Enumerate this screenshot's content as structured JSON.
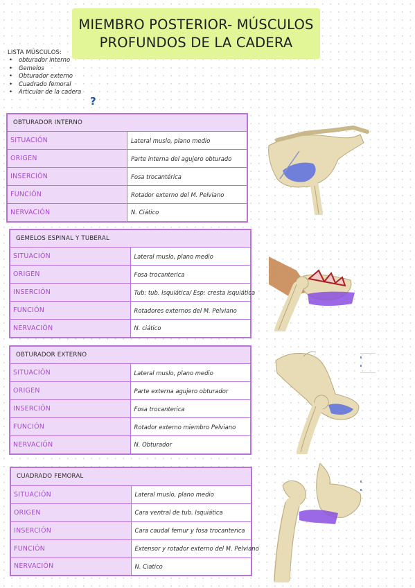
{
  "title": {
    "line1": "MIEMBRO POSTERIOR- MÚSCULOS",
    "line2": "PROFUNDOS DE LA CADERA"
  },
  "intro": {
    "heading": "LISTA MÚSCULOS:",
    "items": [
      "obturador interno",
      "Gemelos",
      "Obturador externo",
      "Cuadrado femoral",
      "Articular de la cadera"
    ],
    "question_mark": "?"
  },
  "tables": [
    {
      "header": "OBTURADOR INTERNO",
      "rows": [
        {
          "label": "SITUACIÓN",
          "value": "Lateral muslo, plano medio"
        },
        {
          "label": "ORIGEN",
          "value": "Parte interna del agujero obturado"
        },
        {
          "label": "INSERCIÓN",
          "value": "Fosa trocantérica"
        },
        {
          "label": "FUNCIÓN",
          "value": "Rotador externo del M. Pelviano"
        },
        {
          "label": "NERVACIÓN",
          "value": "N. Ciático"
        }
      ]
    },
    {
      "header": "GEMELOS ESPINAL Y TUBERAL",
      "rows": [
        {
          "label": "SITUACIÓN",
          "value": "Lateral muslo, plano medio"
        },
        {
          "label": "ORIGEN",
          "value": "Fosa trocanterica"
        },
        {
          "label": "INSERCIÓN",
          "value": "Tub: tub. Isquiática/ Esp: cresta isquiática"
        },
        {
          "label": "FUNCIÓN",
          "value": "Rotadores externos del M. Pelviano"
        },
        {
          "label": "NERVACIÓN",
          "value": "N. ciático"
        }
      ]
    },
    {
      "header": "OBTURADOR EXTERNO",
      "rows": [
        {
          "label": "SITUACIÓN",
          "value": "Lateral muslo, plano medio"
        },
        {
          "label": "ORIGEN",
          "value": "Parte externa agujero obturador"
        },
        {
          "label": "INSERCIÓN",
          "value": "Fosa trocanterica"
        },
        {
          "label": "FUNCIÓN",
          "value": "Rotador externo miembro Pelviano"
        },
        {
          "label": "NERVACIÓN",
          "value": "N. Obturador"
        }
      ]
    },
    {
      "header": "CUADRADO FEMORAL",
      "rows": [
        {
          "label": "SITUACIÓN",
          "value": "Lateral muslo, plano medio"
        },
        {
          "label": "ORIGEN",
          "value": "Cara ventral de tub. Isquiática"
        },
        {
          "label": "INSERCIÓN",
          "value": "Cara caudal femur y fosa trocanterica"
        },
        {
          "label": "FUNCIÓN",
          "value": "Extensor y rotador externo del M. Pelviano"
        },
        {
          "label": "NERVACIÓN",
          "value": "N. Ciatico"
        }
      ]
    }
  ],
  "colors": {
    "title_bg": "#e2f597",
    "table_border": "#b873d6",
    "label_fill": "#efd9f8",
    "label_text": "#a449d3",
    "bone": "#e8dcb6",
    "muscle_blue": "#5b6fe0",
    "muscle_purple": "#8a4fe0"
  }
}
